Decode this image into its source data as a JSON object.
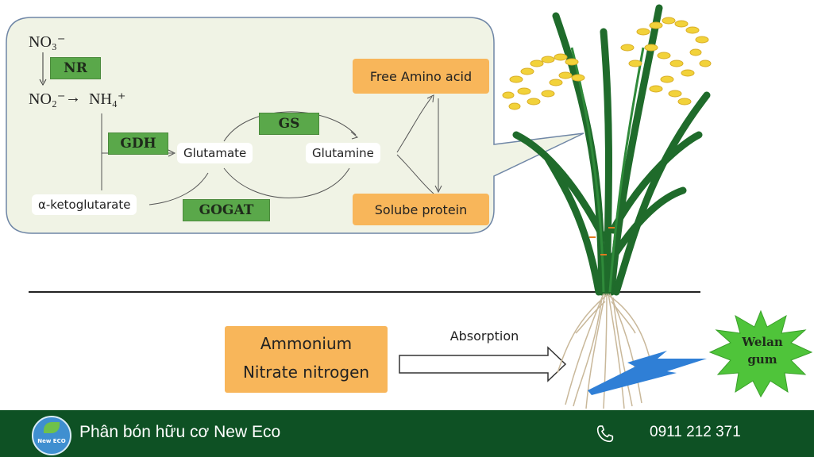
{
  "chemistry": {
    "nitrate": "NO₃⁻",
    "nitrite": "NO₂⁻",
    "arrow": "→",
    "ammonium": "NH₄⁺"
  },
  "enzymes": {
    "nr": "NR",
    "gdh": "GDH",
    "gs": "GS",
    "gogat": "GOGAT"
  },
  "compounds": {
    "glutamate": "Glutamate",
    "glutamine": "Glutamine",
    "ketoglutarate": "α-ketoglutarate",
    "free_amino_acid": "Free Amino acid",
    "soluble_protein": "Solube protein"
  },
  "soil": {
    "ammonium": "Ammonium",
    "nitrate_nitrogen": "Nitrate nitrogen",
    "absorption": "Absorption",
    "welan_gum": "Welan gum"
  },
  "footer": {
    "logo_text": "New ECO",
    "brand": "Phân bón hữu cơ New Eco",
    "phone": "0911 212 371"
  },
  "colors": {
    "panel": "#f0f3e5",
    "enzyme_green": "#5aa84a",
    "orange_box": "#f8b65a",
    "footer_green": "#0e5124",
    "leaf_green": "#1f6b2b",
    "grain_yellow": "#f2d23a",
    "welan_star": "#4fc43a",
    "lightning_blue": "#2f7fd6"
  }
}
